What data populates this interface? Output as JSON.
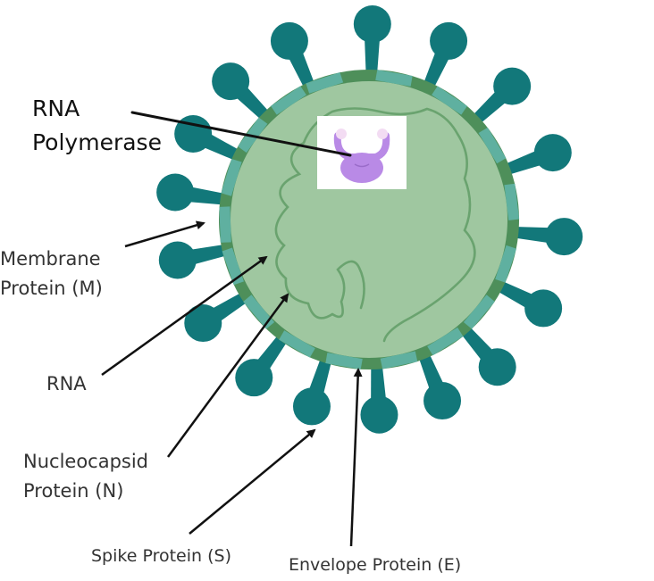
{
  "labels": {
    "rna_polymerase": [
      "RNA",
      "Polymerase"
    ],
    "membrane_protein": [
      "Membrane",
      "Protein (M)"
    ],
    "rna": "RNA",
    "nucleocapsid_protein": [
      "Nucleocapsid",
      "Protein (N)"
    ],
    "spike_protein": "Spike Protein (S)",
    "envelope_protein": "Envelope Protein (E)"
  },
  "colors": {
    "spike": "#12787a",
    "envelope_outer": "#4e8f5a",
    "interior": "#9fc7a0",
    "rna_strand": "#6aa36f",
    "membrane_protein": "#5fb0a0",
    "polymerase": "#b98ae6",
    "polymerase_highlight": "#f3dcf3",
    "arrow": "#111111"
  }
}
